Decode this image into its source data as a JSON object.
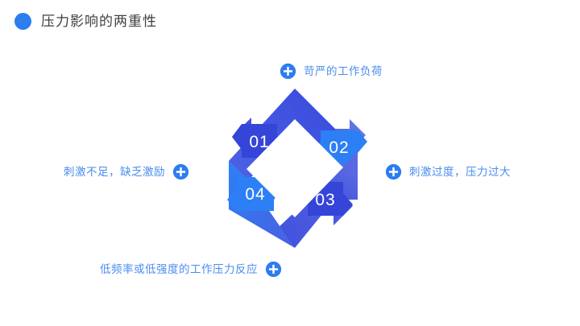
{
  "slide": {
    "title": "压力影响的两重性",
    "bullet_color": "#2d7cf0",
    "title_color": "#3f3f3f",
    "background": "#ffffff"
  },
  "diagram": {
    "type": "cyclic-diamond-arrows",
    "accent_color": "#2d7ff5",
    "steps": [
      {
        "number": "01",
        "tag_color": "#3545d8",
        "arrow_color": "#4052e0",
        "direction": "left"
      },
      {
        "number": "02",
        "tag_color": "#2d7ff5",
        "arrow_color": "#5b6fe0",
        "direction": "up-right"
      },
      {
        "number": "03",
        "tag_color": "#3545d8",
        "arrow_color": "#4a5fdc",
        "direction": "right"
      },
      {
        "number": "04",
        "tag_color": "#2d7ff5",
        "arrow_color": "#2d7ff5",
        "direction": "down-left"
      }
    ]
  },
  "callouts": {
    "top": {
      "text": "苛严的工作负荷",
      "icon": "plus-circle-icon",
      "icon_side": "left",
      "color": "#4a8cef"
    },
    "right": {
      "text": "刺激过度，压力过大",
      "icon": "plus-circle-icon",
      "icon_side": "left",
      "color": "#4a8cef"
    },
    "left": {
      "text": "刺激不足，缺乏激励",
      "icon": "plus-circle-icon",
      "icon_side": "right",
      "color": "#4a8cef"
    },
    "bottom": {
      "text": "低频率或低强度的工作压力反应",
      "icon": "plus-circle-icon",
      "icon_side": "right",
      "color": "#4a8cef"
    }
  }
}
